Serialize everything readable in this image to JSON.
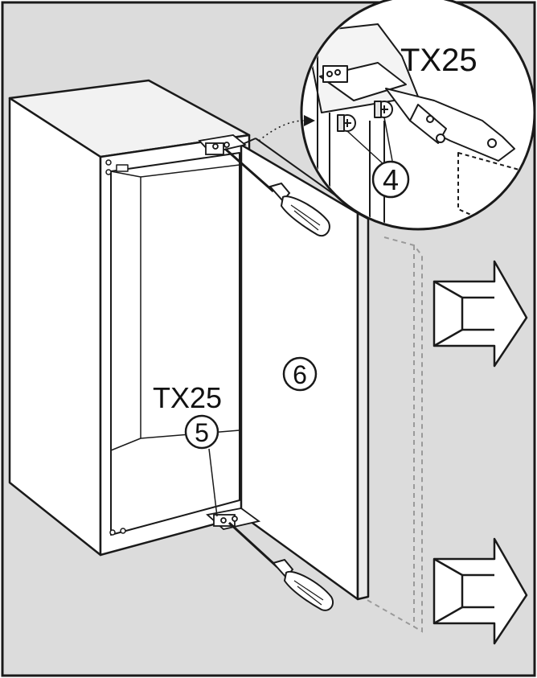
{
  "labels": {
    "torque_detail": "TX25",
    "torque_bottom": "TX25",
    "callout_screws_top": "4",
    "callout_screw_bottom": "5",
    "callout_door": "6"
  },
  "colors": {
    "background": "#dcdcdc",
    "outline": "#1a1a1a",
    "panel": "#ffffff",
    "dashed_guide": "#9a9a9a"
  },
  "icons": [
    "arrow-right-icon",
    "arrow-right-icon",
    "screwdriver-icon",
    "screwdriver-icon",
    "magnifier-circle-icon"
  ]
}
